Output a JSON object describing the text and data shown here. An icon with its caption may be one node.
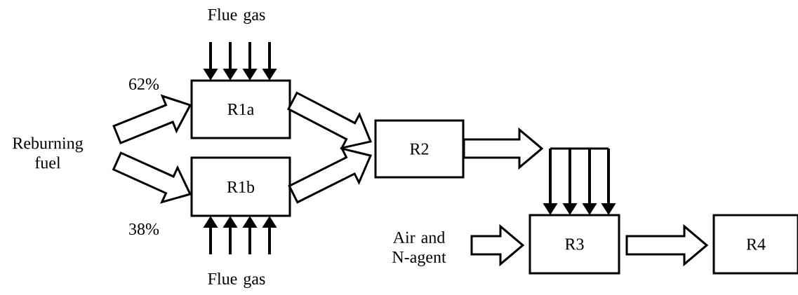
{
  "diagram": {
    "nodes": [
      {
        "text": [
          "Flue gas"
        ]
      },
      {
        "text": [
          "Reburning fuel"
        ]
      },
      {
        "text": [
          "R1a"
        ]
      },
      {
        "text": [
          "R1b"
        ]
      },
      {
        "text": [
          "Flue gas"
        ]
      },
      {
        "text": [
          "R2"
        ]
      },
      {
        "text": [],
        "shape": "bar"
      },
      {
        "text": [
          "Air and N-agent"
        ]
      },
      {
        "text": [
          "R3"
        ]
      },
      {
        "text": [
          "R4"
        ]
      }
    ],
    "edges": [
      {
        "from": 0,
        "to": 2,
        "arrow": "to"
      },
      {
        "from": 0,
        "to": 2,
        "arrow": "to"
      },
      {
        "from": 0,
        "to": 2,
        "arrow": "to"
      },
      {
        "from": 0,
        "to": 2,
        "arrow": "to"
      },
      {
        "from": 1,
        "to": 2,
        "arrow": "to",
        "style": "thick",
        "label": "62%"
      },
      {
        "from": 1,
        "to": 3,
        "arrow": "to",
        "style": "thick",
        "label": "38%"
      },
      {
        "from": 4,
        "to": 3,
        "arrow": "to"
      },
      {
        "from": 4,
        "to": 3,
        "arrow": "to"
      },
      {
        "from": 4,
        "to": 3,
        "arrow": "to"
      },
      {
        "from": 4,
        "to": 3,
        "arrow": "to"
      },
      {
        "from": 2,
        "to": 5,
        "arrow": "to",
        "style": "thick"
      },
      {
        "from": 3,
        "to": 5,
        "arrow": "to",
        "style": "thick"
      },
      {
        "from": 5,
        "to": 6,
        "arrow": "to",
        "style": "thick"
      },
      {
        "from": 6,
        "to": 8,
        "arrow": "to"
      },
      {
        "from": 6,
        "to": 8,
        "arrow": "to"
      },
      {
        "from": 6,
        "to": 8,
        "arrow": "to"
      },
      {
        "from": 6,
        "to": 8,
        "arrow": "to"
      },
      {
        "from": 7,
        "to": 8,
        "arrow": "to",
        "style": "thick"
      },
      {
        "from": 8,
        "to": 9,
        "arrow": "to",
        "style": "thick"
      }
    ]
  }
}
